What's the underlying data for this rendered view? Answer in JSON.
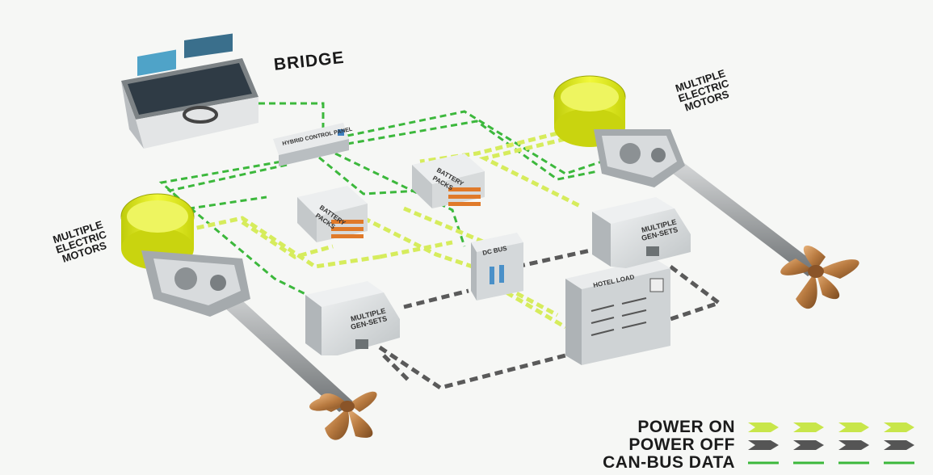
{
  "labels": {
    "bridge": "BRIDGE",
    "motors_right": [
      "MULTIPLE",
      "ELECTRIC",
      "MOTORS"
    ],
    "motors_left": [
      "MULTIPLE",
      "ELECTRIC",
      "MOTORS"
    ],
    "hybrid_panel": "HYBRID CONTROL PANEL",
    "battery_packs": [
      "BATTERY",
      "PACKS"
    ],
    "dc_bus": "DC BUS",
    "gensets": [
      "MULTIPLE",
      "GEN-SETS"
    ],
    "hotel_load": "HOTEL LOAD"
  },
  "legend": [
    {
      "id": "power-on",
      "label": "POWER ON",
      "style": "chevron",
      "color": "#c8e64a"
    },
    {
      "id": "power-off",
      "label": "POWER OFF",
      "style": "chevron",
      "color": "#555555"
    },
    {
      "id": "can-bus",
      "label": "CAN-BUS DATA",
      "style": "dash",
      "color": "#3cb83c"
    }
  ],
  "colors": {
    "power_on": "#d4ec5a",
    "power_off": "#5a5a5a",
    "can_bus": "#3cb83c",
    "motor_yellow": "#e6f00f",
    "propeller": "#c58a4a",
    "box": "#d9dcdd"
  },
  "icons": [
    "bridge-console-icon",
    "electric-motor-icon",
    "propeller-icon",
    "battery-pack-icon",
    "genset-icon",
    "dc-bus-icon",
    "hotel-load-icon",
    "control-panel-icon"
  ]
}
